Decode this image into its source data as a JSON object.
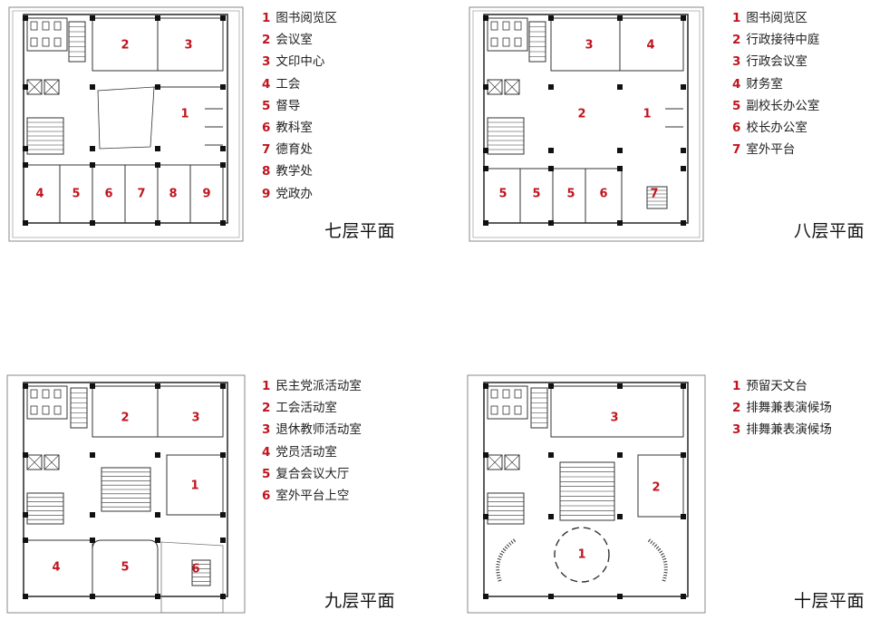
{
  "accent_color": "#c0141e",
  "line_color": "#333333",
  "plans": [
    {
      "title": "七层平面",
      "legend": [
        {
          "num": "1",
          "label": "图书阅览区"
        },
        {
          "num": "2",
          "label": "会议室"
        },
        {
          "num": "3",
          "label": "文印中心"
        },
        {
          "num": "4",
          "label": "工会"
        },
        {
          "num": "5",
          "label": "督导"
        },
        {
          "num": "6",
          "label": "教科室"
        },
        {
          "num": "7",
          "label": "德育处"
        },
        {
          "num": "8",
          "label": "教学处"
        },
        {
          "num": "9",
          "label": "党政办"
        }
      ]
    },
    {
      "title": "八层平面",
      "legend": [
        {
          "num": "1",
          "label": "图书阅览区"
        },
        {
          "num": "2",
          "label": "行政接待中庭"
        },
        {
          "num": "3",
          "label": "行政会议室"
        },
        {
          "num": "4",
          "label": "财务室"
        },
        {
          "num": "5",
          "label": "副校长办公室"
        },
        {
          "num": "6",
          "label": "校长办公室"
        },
        {
          "num": "7",
          "label": "室外平台"
        }
      ]
    },
    {
      "title": "九层平面",
      "legend": [
        {
          "num": "1",
          "label": "民主党派活动室"
        },
        {
          "num": "2",
          "label": "工会活动室"
        },
        {
          "num": "3",
          "label": "退休教师活动室"
        },
        {
          "num": "4",
          "label": "党员活动室"
        },
        {
          "num": "5",
          "label": "复合会议大厅"
        },
        {
          "num": "6",
          "label": "室外平台上空"
        }
      ]
    },
    {
      "title": "十层平面",
      "legend": [
        {
          "num": "1",
          "label": "预留天文台"
        },
        {
          "num": "2",
          "label": "排舞兼表演候场"
        },
        {
          "num": "3",
          "label": "排舞兼表演候场"
        }
      ]
    }
  ],
  "room_numbers": {
    "floor7": [
      "1",
      "2",
      "3",
      "4",
      "5",
      "6",
      "7",
      "8",
      "9"
    ],
    "floor8": [
      "1",
      "2",
      "3",
      "4",
      "5",
      "5",
      "5",
      "6",
      "7"
    ],
    "floor9": [
      "1",
      "2",
      "3",
      "4",
      "5",
      "6"
    ],
    "floor10": [
      "1",
      "2",
      "3"
    ]
  }
}
